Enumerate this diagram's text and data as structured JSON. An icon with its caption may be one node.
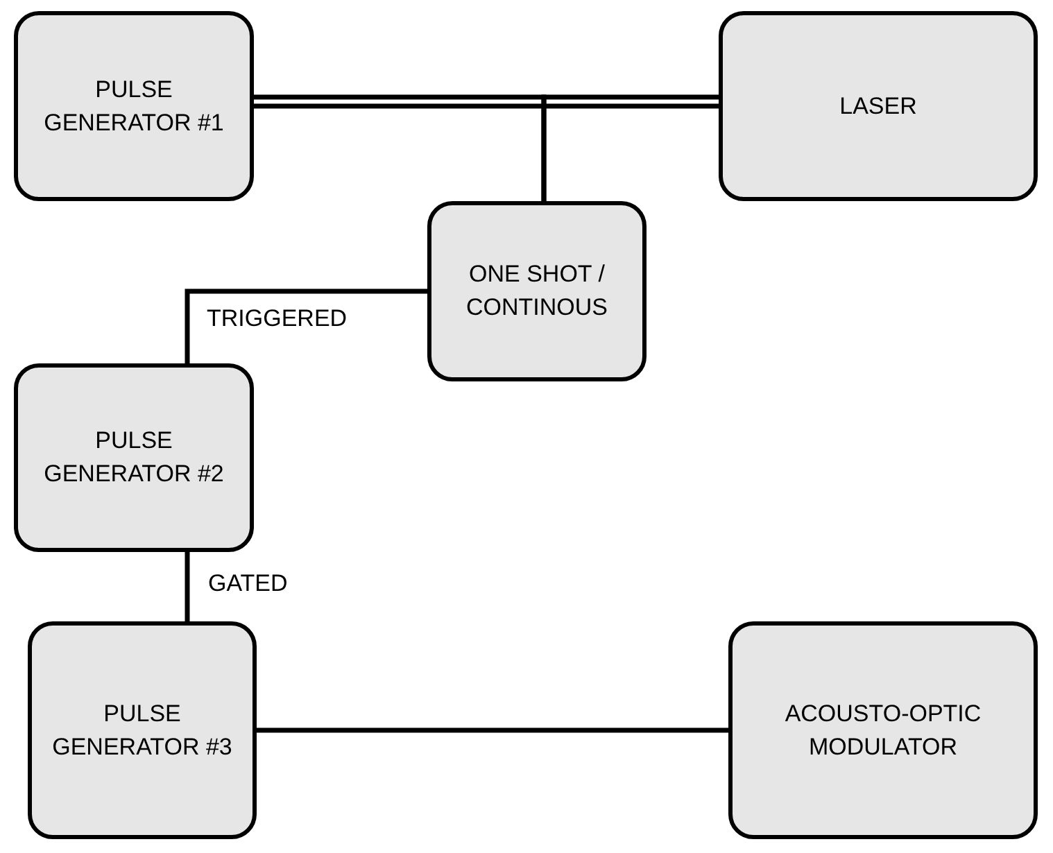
{
  "diagram": {
    "nodes": [
      {
        "text": [
          "PULSE GENERATOR #1"
        ]
      },
      {
        "text": [
          "LASER"
        ]
      },
      {
        "text": [
          "ONE SHOT / CONTINOUS"
        ]
      },
      {
        "text": [
          "PULSE GENERATOR #2"
        ]
      },
      {
        "text": [
          "PULSE GENERATOR #3"
        ]
      },
      {
        "text": [
          "ACOUSTO-OPTIC MODULATOR"
        ]
      }
    ],
    "edges": [
      {
        "from": 0,
        "to": 1,
        "arrow": "none"
      },
      {
        "from": 2,
        "to": 0,
        "arrow": "none"
      },
      {
        "from": 2,
        "to": 1,
        "arrow": "none"
      },
      {
        "from": 2,
        "to": 3,
        "arrow": "none",
        "label": "TRIGGERED"
      },
      {
        "from": 3,
        "to": 4,
        "arrow": "none",
        "label": "GATED"
      },
      {
        "from": 4,
        "to": 5,
        "arrow": "none"
      }
    ]
  }
}
